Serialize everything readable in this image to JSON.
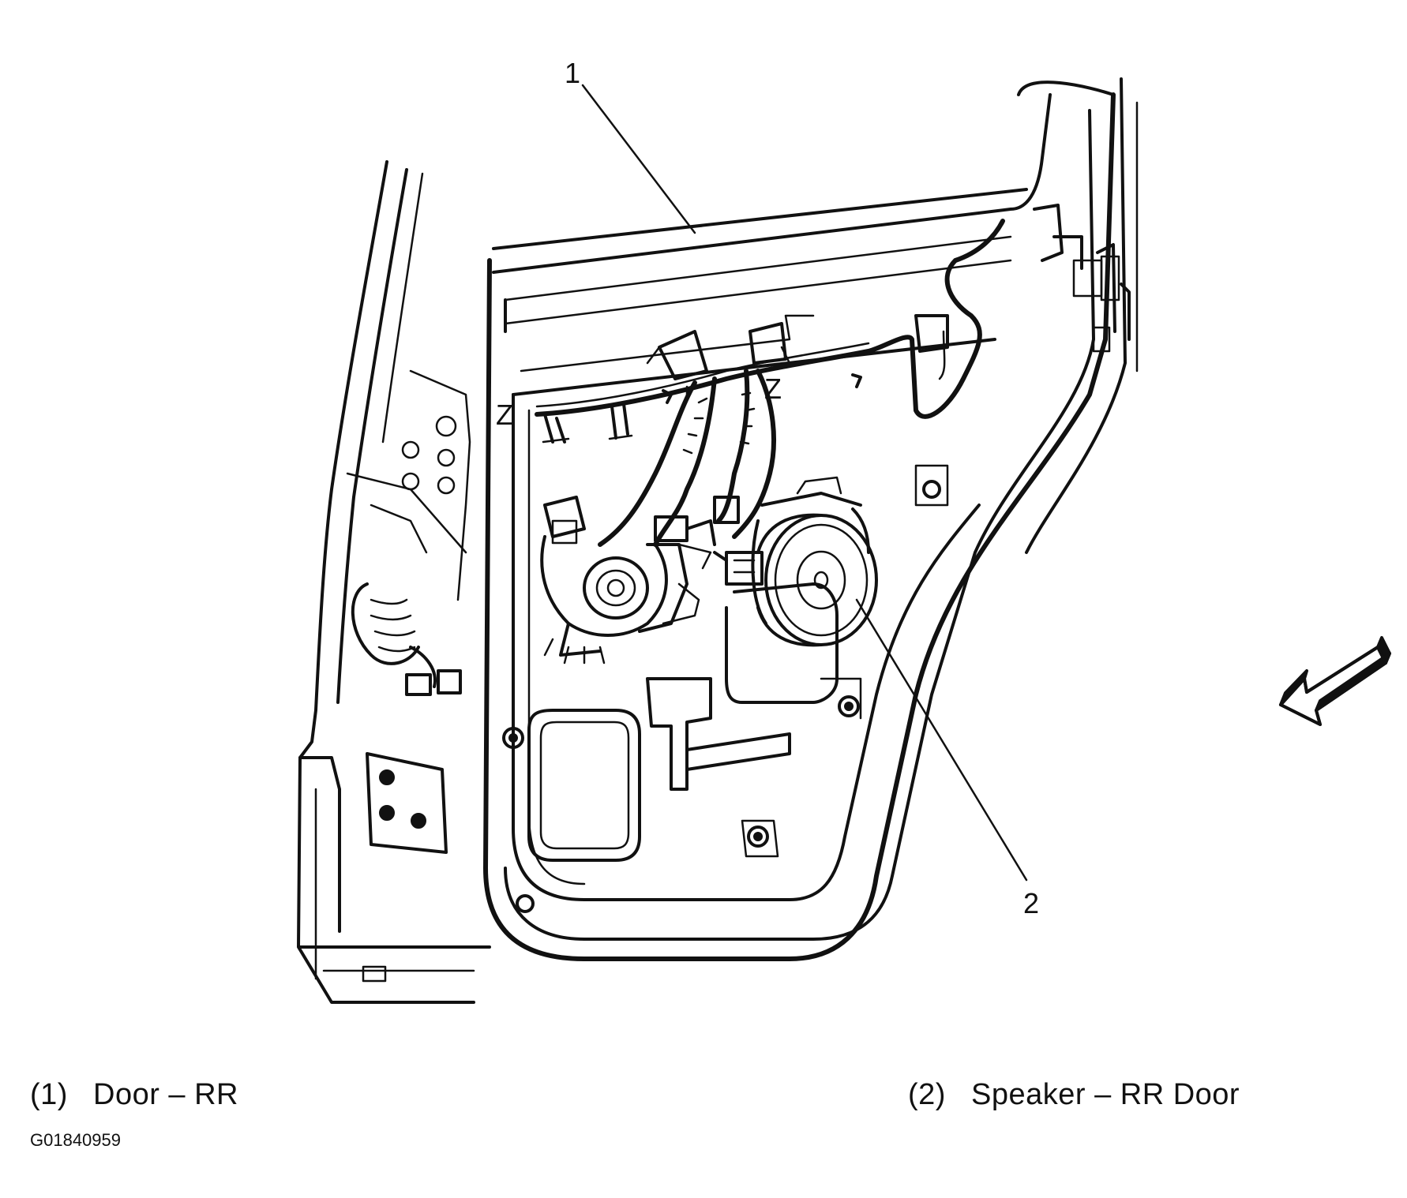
{
  "callouts": [
    {
      "number": "1"
    },
    {
      "number": "2"
    }
  ],
  "legend": [
    {
      "number": "(1)",
      "label": "Door – RR"
    },
    {
      "number": "(2)",
      "label": "Speaker – RR Door"
    }
  ],
  "figure_id": "G01840959",
  "icons": {
    "direction_arrow": "front-direction-arrow-icon"
  }
}
